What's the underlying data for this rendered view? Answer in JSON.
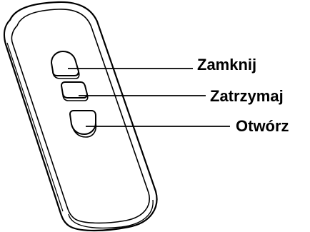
{
  "remote": {
    "buttons": [
      {
        "id": "close",
        "label": "Zamknij",
        "icon": "up-arrow-button-icon"
      },
      {
        "id": "stop",
        "label": "Zatrzymaj",
        "icon": "stop-button-icon"
      },
      {
        "id": "open",
        "label": "Otwórz",
        "icon": "down-arrow-button-icon"
      }
    ]
  },
  "colors": {
    "stroke": "#000000",
    "fill": "#ffffff"
  }
}
